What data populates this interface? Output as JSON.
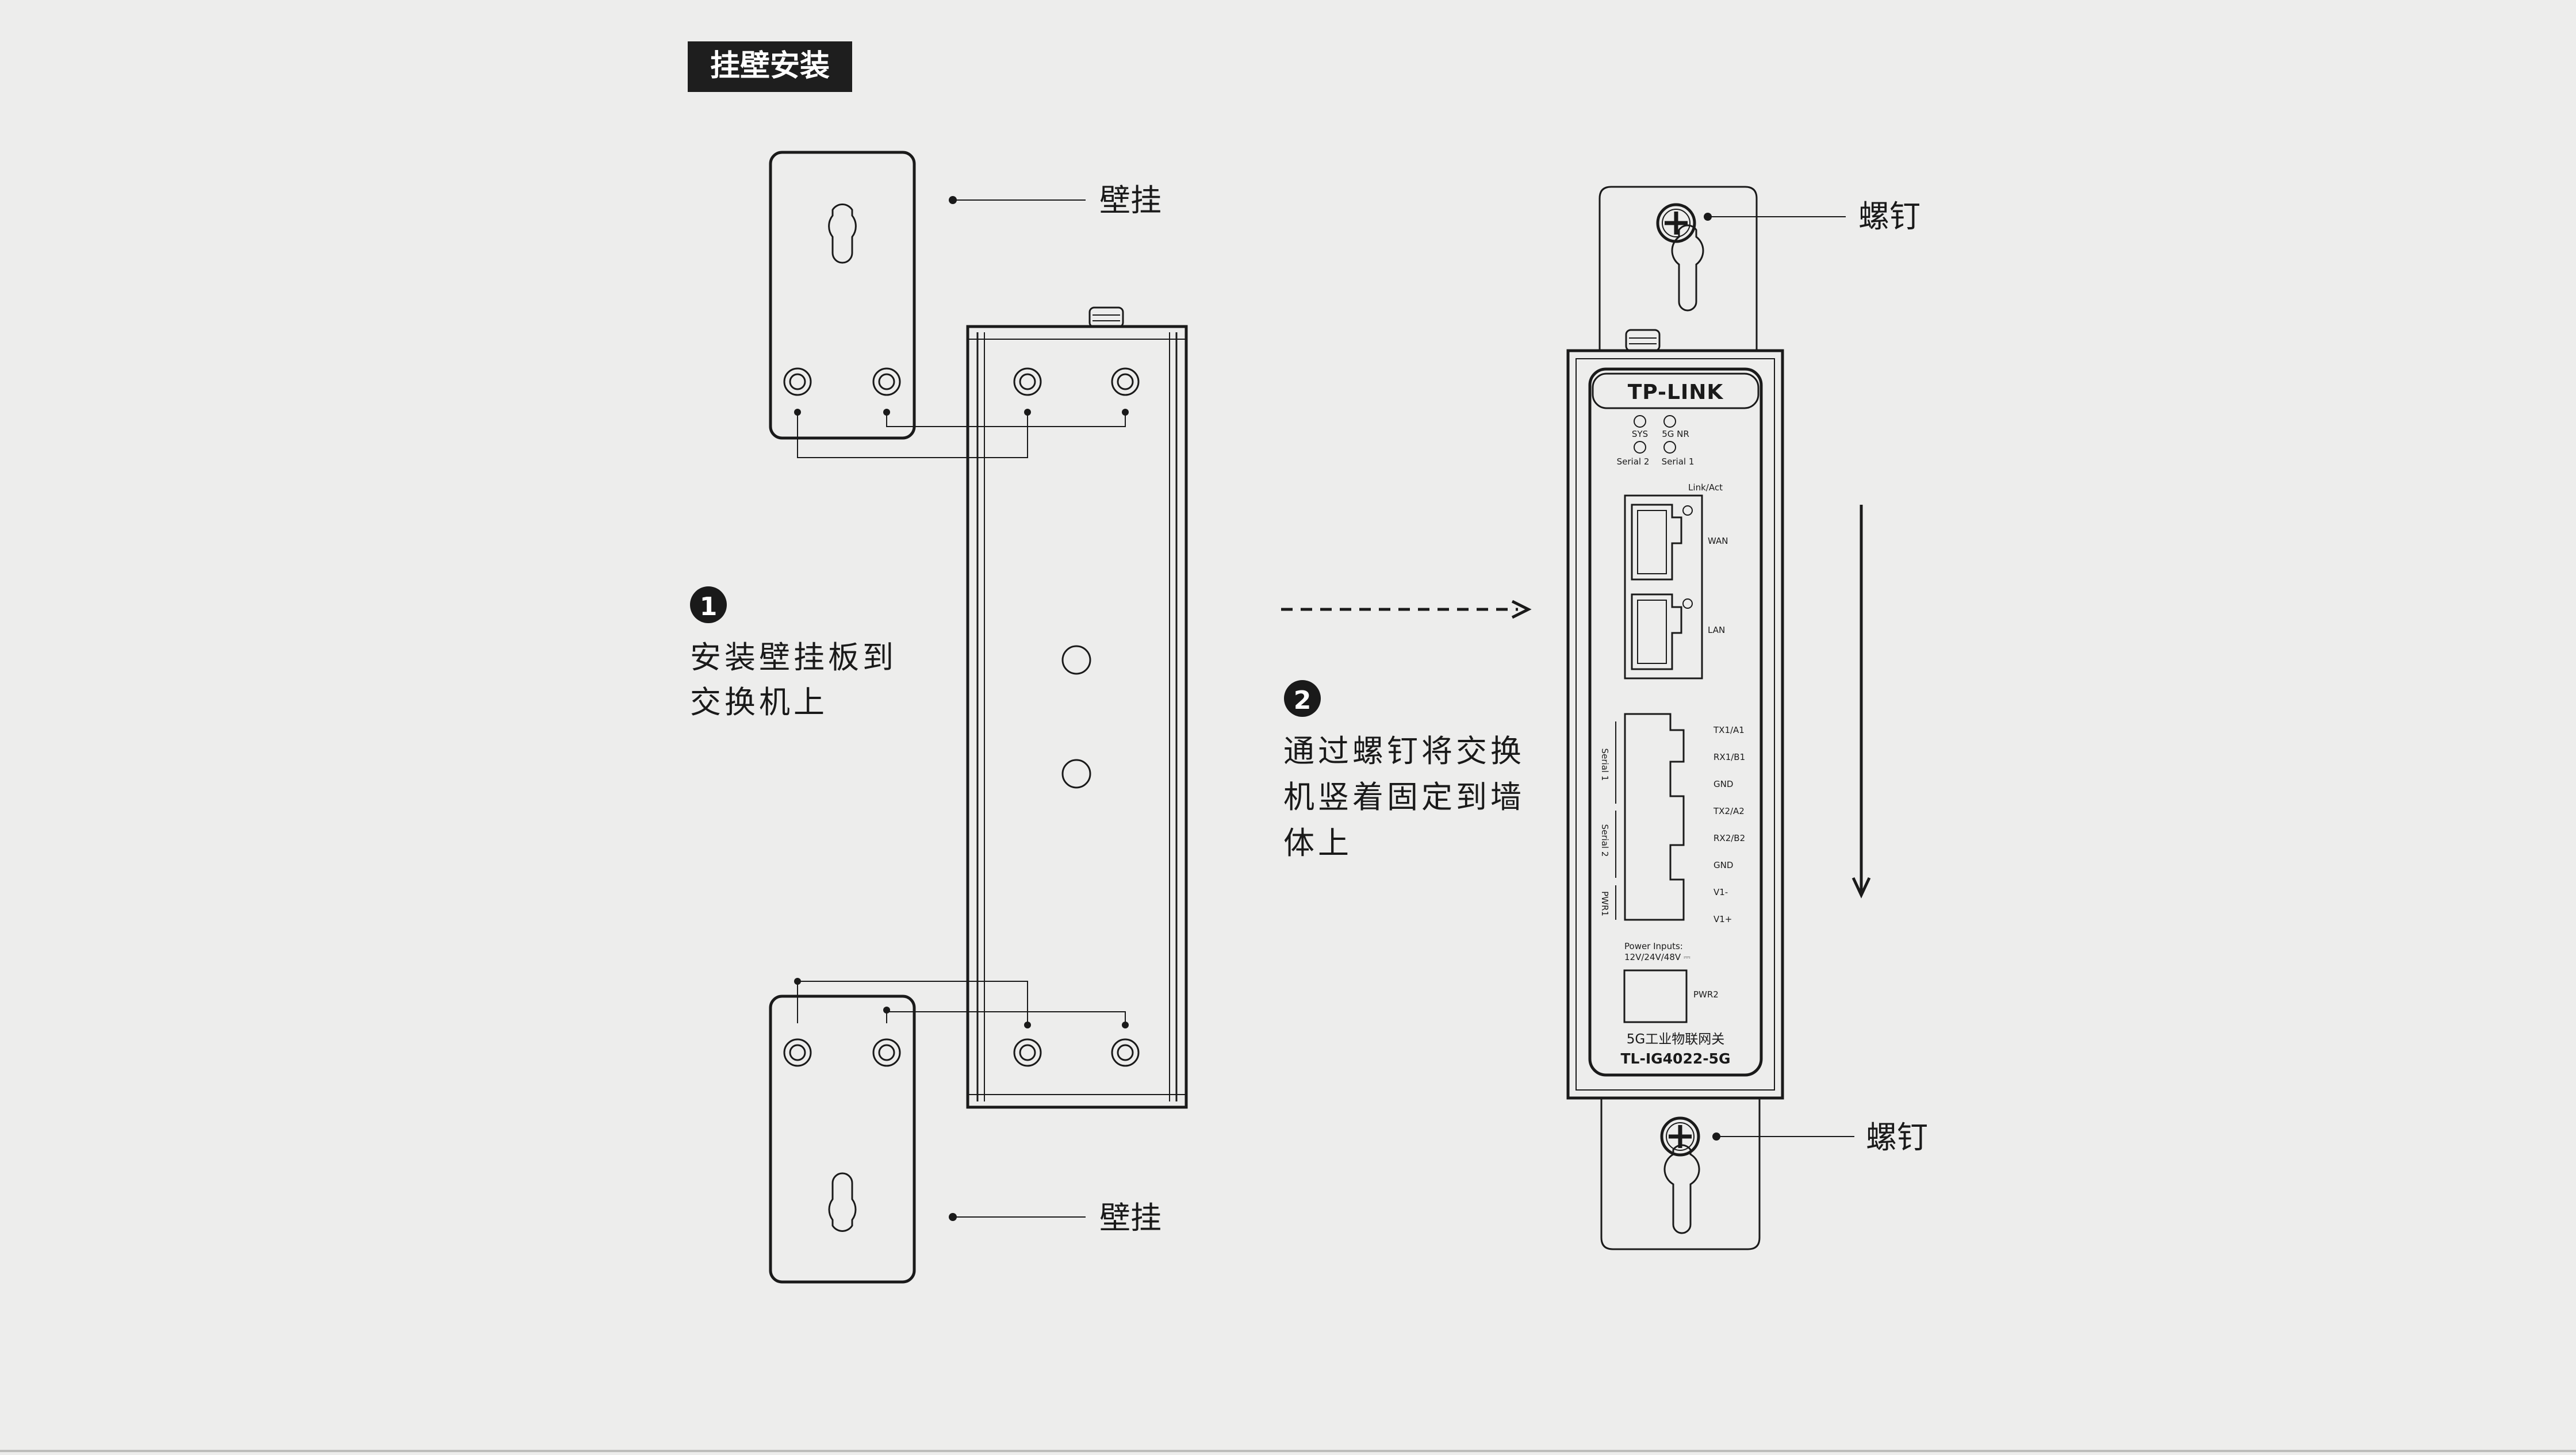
{
  "title": "挂壁安装",
  "labels": {
    "bracket_top": "壁挂",
    "bracket_bottom": "壁挂",
    "screw_top": "螺钉",
    "screw_bottom": "螺钉"
  },
  "steps": [
    {
      "number": "1",
      "lines": [
        "安装壁挂板到",
        "交换机上"
      ]
    },
    {
      "number": "2",
      "lines": [
        "通过螺钉将交换",
        "机竖着固定到墙",
        "体上"
      ]
    }
  ],
  "device": {
    "brand": "TP-LINK",
    "leds": {
      "sys": "SYS",
      "nr5g": "5G NR",
      "serial2": "Serial 2",
      "serial1": "Serial 1"
    },
    "link_act": "Link/Act",
    "ports": {
      "wan": "WAN",
      "lan": "LAN"
    },
    "terminal_pins": [
      "TX1/A1",
      "RX1/B1",
      "GND",
      "TX2/A2",
      "RX2/B2",
      "GND",
      "V1-",
      "V1+"
    ],
    "terminal_groups": [
      "Serial 1",
      "Serial 2",
      "PWR1"
    ],
    "power_inputs_line1": "Power Inputs:",
    "power_inputs_line2": "12V/24V/48V ⎓",
    "pwr2": "PWR2",
    "product_name": "5G工业物联网关",
    "model": "TL-IG4022-5G"
  }
}
